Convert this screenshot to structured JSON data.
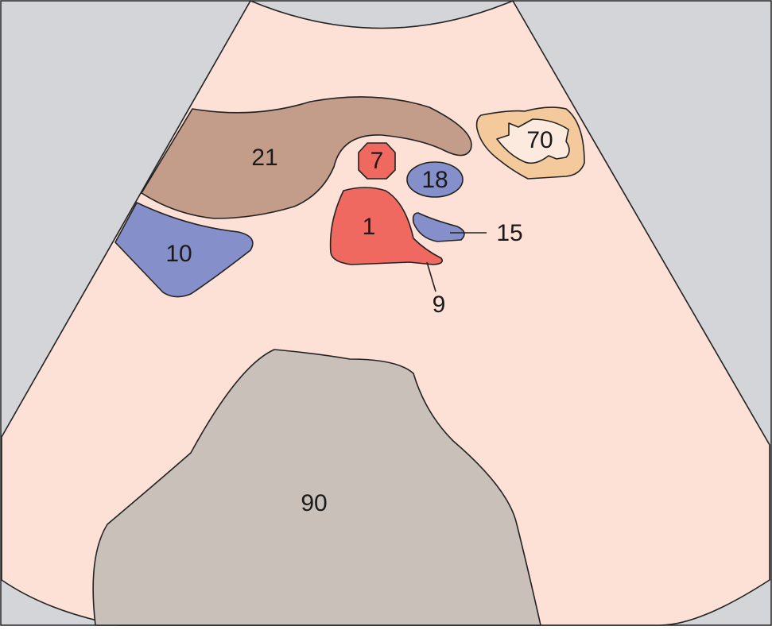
{
  "colors": {
    "background": "#d4d5d8",
    "field": "#fde0d6",
    "brown": "#c49c8a",
    "vein_blue": "#8590cb",
    "artery_red": "#ef6960",
    "orange_outer": "#f4c99c",
    "orange_inner": "#fdeade",
    "gray": "#c9c1b9"
  },
  "labels": {
    "l21": "21",
    "l7": "7",
    "l18": "18",
    "l70": "70",
    "l1": "1",
    "l15": "15",
    "l10": "10",
    "l9": "9",
    "l90": "90"
  }
}
